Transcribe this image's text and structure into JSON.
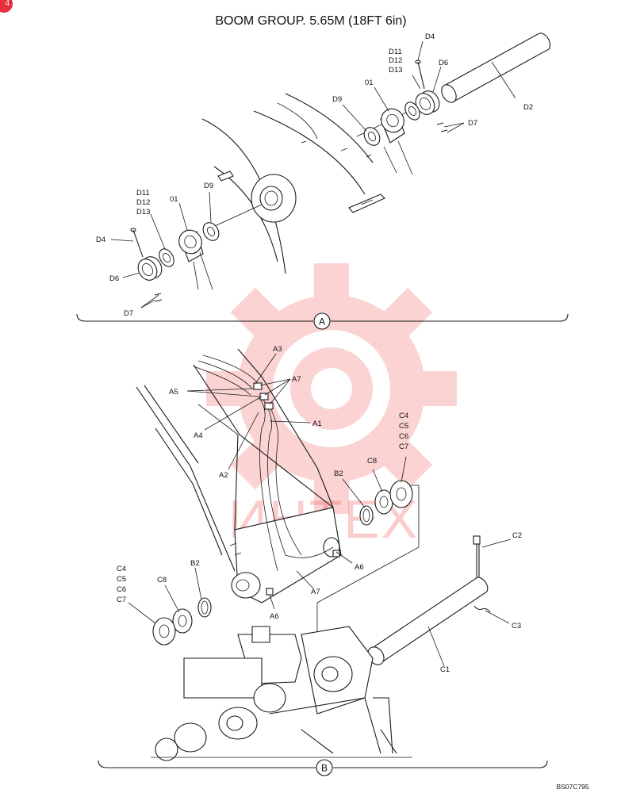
{
  "title": "BOOM GROUP. 5.65M (18FT 6in)",
  "corner_badge": "4",
  "watermark": {
    "text": "ИНТЕХ",
    "color": "#f03a3a"
  },
  "figure_code": "BS07C795",
  "sections": {
    "a": {
      "marker": "A"
    },
    "b": {
      "marker": "B"
    }
  },
  "labels_a": {
    "d4_right": "D4",
    "d11_right": "D11",
    "d12_right": "D12",
    "d13_right": "D13",
    "d6_right": "D6",
    "d2": "D2",
    "d7_right": "D7",
    "d9_right": "D9",
    "o1_right": "01",
    "d11_left": "D11",
    "d12_left": "D12",
    "d13_left": "D13",
    "o1_left": "01",
    "d9_left": "D9",
    "d4_left": "D4",
    "d6_left": "D6",
    "d7_left": "D7"
  },
  "labels_b": {
    "a3": "A3",
    "a7_top": "A7",
    "a5": "A5",
    "a4": "A4",
    "a1": "A1",
    "a2": "A2",
    "b2_right": "B2",
    "c8_right": "C8",
    "c4_right": "C4",
    "c5_right": "C5",
    "c6_right": "C6",
    "c7_right": "C7",
    "a6_right": "A6",
    "a7_bottom": "A7",
    "a6_left": "A6",
    "c4_left": "C4",
    "c5_left": "C5",
    "c6_left": "C6",
    "c7_left": "C7",
    "c8_left": "C8",
    "b2_left": "B2",
    "c2": "C2",
    "c3": "C3",
    "c1": "C1"
  }
}
